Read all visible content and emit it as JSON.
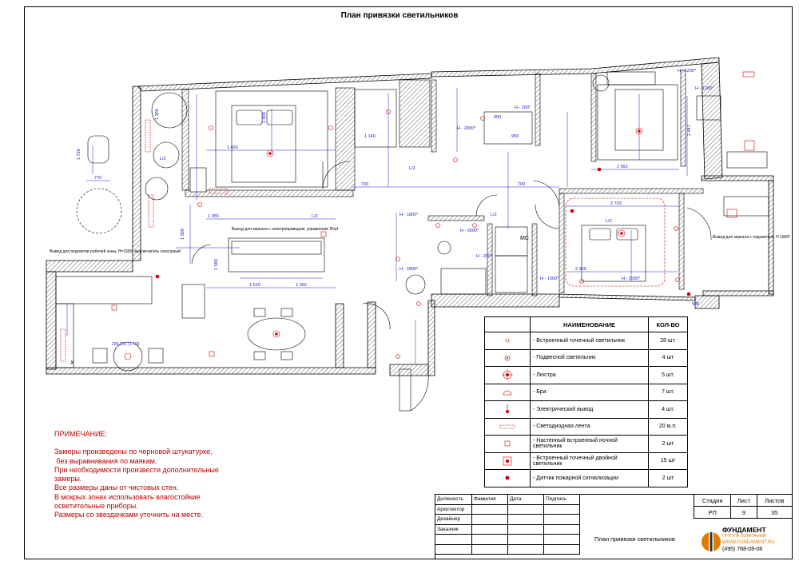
{
  "title": "План привязки светильников",
  "plan_labels": {
    "dim_1800": "1 800",
    "dim_1426": "1 426",
    "dim_1300a": "1 300",
    "dim_1300b": "1 300",
    "dim_1720": "1 720",
    "dim_770": "770",
    "dim_1580": "1 580",
    "dim_2793": "2 793",
    "dim_2991": "2 991",
    "dim_2350": "2 350",
    "dim_2447": "2 447",
    "dim_1140": "1 140",
    "dim_700a": "700",
    "dim_700b": "700",
    "dim_1510": "1 510",
    "dim_1350": "1 350",
    "dim_1355": "1 355",
    "dim_900": "900",
    "dim_950": "950",
    "dim_500": "500",
    "l2": "L/2",
    "h1800": "H - 1800*",
    "h2000": "H - 2000*",
    "h200": "H - 200*",
    "h1500": "H - 1500*",
    "h1200": "H - 1200*",
    "mc": "MC",
    "x": "X",
    "note_outlet_left": "Вывод для подсветки рабочей зоны, H=1580, выключатель сенсорный",
    "note_outlet_mid": "Выход для зеркала с электроприводом, управление IPad",
    "note_outlet_right": "Вывод для зеркала с подсветкой, H 1800*",
    "table_dims": "200,200 | 1 506"
  },
  "legend": {
    "header_name": "НАИМЕНОВАНИЕ",
    "header_qty": "КОЛ-ВО",
    "rows": [
      {
        "icon": "recessed-spot-icon",
        "name": "- Встроенный точечный светильник",
        "qty": "28 шт."
      },
      {
        "icon": "pendant-icon",
        "name": "- Подвесной светильник",
        "qty": "4 шт"
      },
      {
        "icon": "chandelier-icon",
        "name": "- Люстра",
        "qty": "5 шт."
      },
      {
        "icon": "sconce-icon",
        "name": "- Бра",
        "qty": "7 шт."
      },
      {
        "icon": "electrical-outlet-icon",
        "name": "- Электрический вывод",
        "qty": "4 шт."
      },
      {
        "icon": "led-strip-icon",
        "name": "- Светодиодная лента",
        "qty": "20 м.п."
      },
      {
        "icon": "wall-night-light-icon",
        "name": "- Настенный встроенный ночной светильник",
        "qty": "2 шт"
      },
      {
        "icon": "double-spot-icon",
        "name": "- Встроенный точечный двойной светильник",
        "qty": "15 шт"
      },
      {
        "icon": "smoke-detector-icon",
        "name": "- Датчик пожарной сигнализации",
        "qty": "2 шт"
      }
    ]
  },
  "notes": {
    "heading": "ПРИМЕЧАНИЕ:",
    "lines": [
      "Замеры произведены по черновой штукатурке,",
      " без выравнивания по маякам.",
      "При необходимости произвести дополнительные",
      "замеры.",
      "Все размеры даны от чистовых стен.",
      "В мокрых зонах использовать влагостойкие",
      "осветительные приборы.",
      "Размеры со звездачками уточнить на месте."
    ]
  },
  "stamp": {
    "headers": [
      "Должность",
      "Фамилия",
      "Дата",
      "Подпись"
    ],
    "roles": [
      "Архитектор",
      "Дизайнер",
      "Заказчик"
    ],
    "stage_headers": [
      "Стадия",
      "Лист",
      "Листов"
    ],
    "stage_values": [
      "РП",
      "9",
      "35"
    ],
    "sheet_name": "План привязки светильников",
    "company": "ФУНДАМЕНТ",
    "company_sub": "ГРУППА КОМПАНИЙ",
    "site": "WWW.FUNDAMENT.RU",
    "phone": "(495) 788-08-08"
  },
  "colors": {
    "dimension": "#1a1ad0",
    "fixture": "#d00000",
    "wall": "#000000",
    "accent": "#e07a00"
  }
}
